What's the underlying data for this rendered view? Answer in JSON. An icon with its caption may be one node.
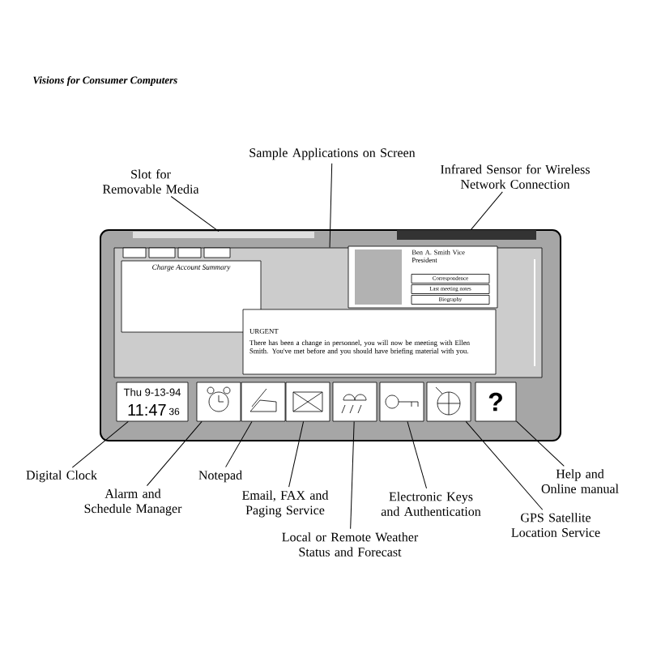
{
  "diagram": {
    "title": "Visions for Consumer Computers",
    "nodes": [
      {
        "text": [
          "Slot for Removable Media"
        ]
      },
      {
        "text": [
          "Sample Applications on Screen"
        ]
      },
      {
        "text": [
          "Infrared Sensor for Wireless Network Connection"
        ]
      },
      {
        "text": [],
        "shape": "box"
      },
      {
        "text": [],
        "shape": "bar",
        "in": 3
      },
      {
        "text": [],
        "shape": "bar",
        "in": 3
      },
      {
        "text": [],
        "shape": "box",
        "in": 3
      },
      {
        "text": [
          "Charge Account Summary"
        ],
        "in": 6
      },
      {
        "text": [
          "URGENT",
          "There has been a change in personnel, you will now be meeting with Ellen Smith. You've met before and you should have briefing material with you."
        ],
        "in": 6
      },
      {
        "text": [
          "Ben A. Smith Vice President"
        ],
        "in": 6
      },
      {
        "text": [
          "Correspondence"
        ],
        "in": 9
      },
      {
        "text": [
          "Last meeting notes"
        ],
        "in": 9
      },
      {
        "text": [
          "Biography"
        ],
        "in": 9
      },
      {
        "text": [
          "Thu 9-13-94",
          "11:47",
          "36"
        ],
        "in": 3
      },
      {
        "text": [],
        "shape": "box",
        "in": 3
      },
      {
        "text": [],
        "shape": "box",
        "in": 3
      },
      {
        "text": [],
        "shape": "box",
        "in": 3
      },
      {
        "text": [],
        "shape": "box",
        "in": 3
      },
      {
        "text": [],
        "shape": "box",
        "in": 3
      },
      {
        "text": [],
        "shape": "box",
        "in": 3
      },
      {
        "text": [
          "?"
        ],
        "in": 3
      },
      {
        "text": [
          "Digital Clock"
        ]
      },
      {
        "text": [
          "Alarm and Schedule Manager"
        ]
      },
      {
        "text": [
          "Notepad"
        ]
      },
      {
        "text": [
          "Email, FAX and Paging Service"
        ]
      },
      {
        "text": [
          "Local or Remote Weather Status and Forecast"
        ]
      },
      {
        "text": [
          "Electronic Keys and Authentication"
        ]
      },
      {
        "text": [
          "GPS Satellite Location Service"
        ]
      },
      {
        "text": [
          "Help and Online manual"
        ]
      }
    ],
    "edges": [
      {
        "from": 0,
        "to": 4,
        "arrow": "none"
      },
      {
        "from": 1,
        "to": 6,
        "arrow": "none"
      },
      {
        "from": 2,
        "to": 5,
        "arrow": "none"
      },
      {
        "from": 21,
        "to": 13,
        "arrow": "none"
      },
      {
        "from": 22,
        "to": 14,
        "arrow": "none"
      },
      {
        "from": 23,
        "to": 15,
        "arrow": "none"
      },
      {
        "from": 24,
        "to": 16,
        "arrow": "none"
      },
      {
        "from": 25,
        "to": 17,
        "arrow": "none"
      },
      {
        "from": 26,
        "to": 18,
        "arrow": "none"
      },
      {
        "from": 27,
        "to": 19,
        "arrow": "none"
      },
      {
        "from": 28,
        "to": 20,
        "arrow": "none"
      }
    ]
  }
}
